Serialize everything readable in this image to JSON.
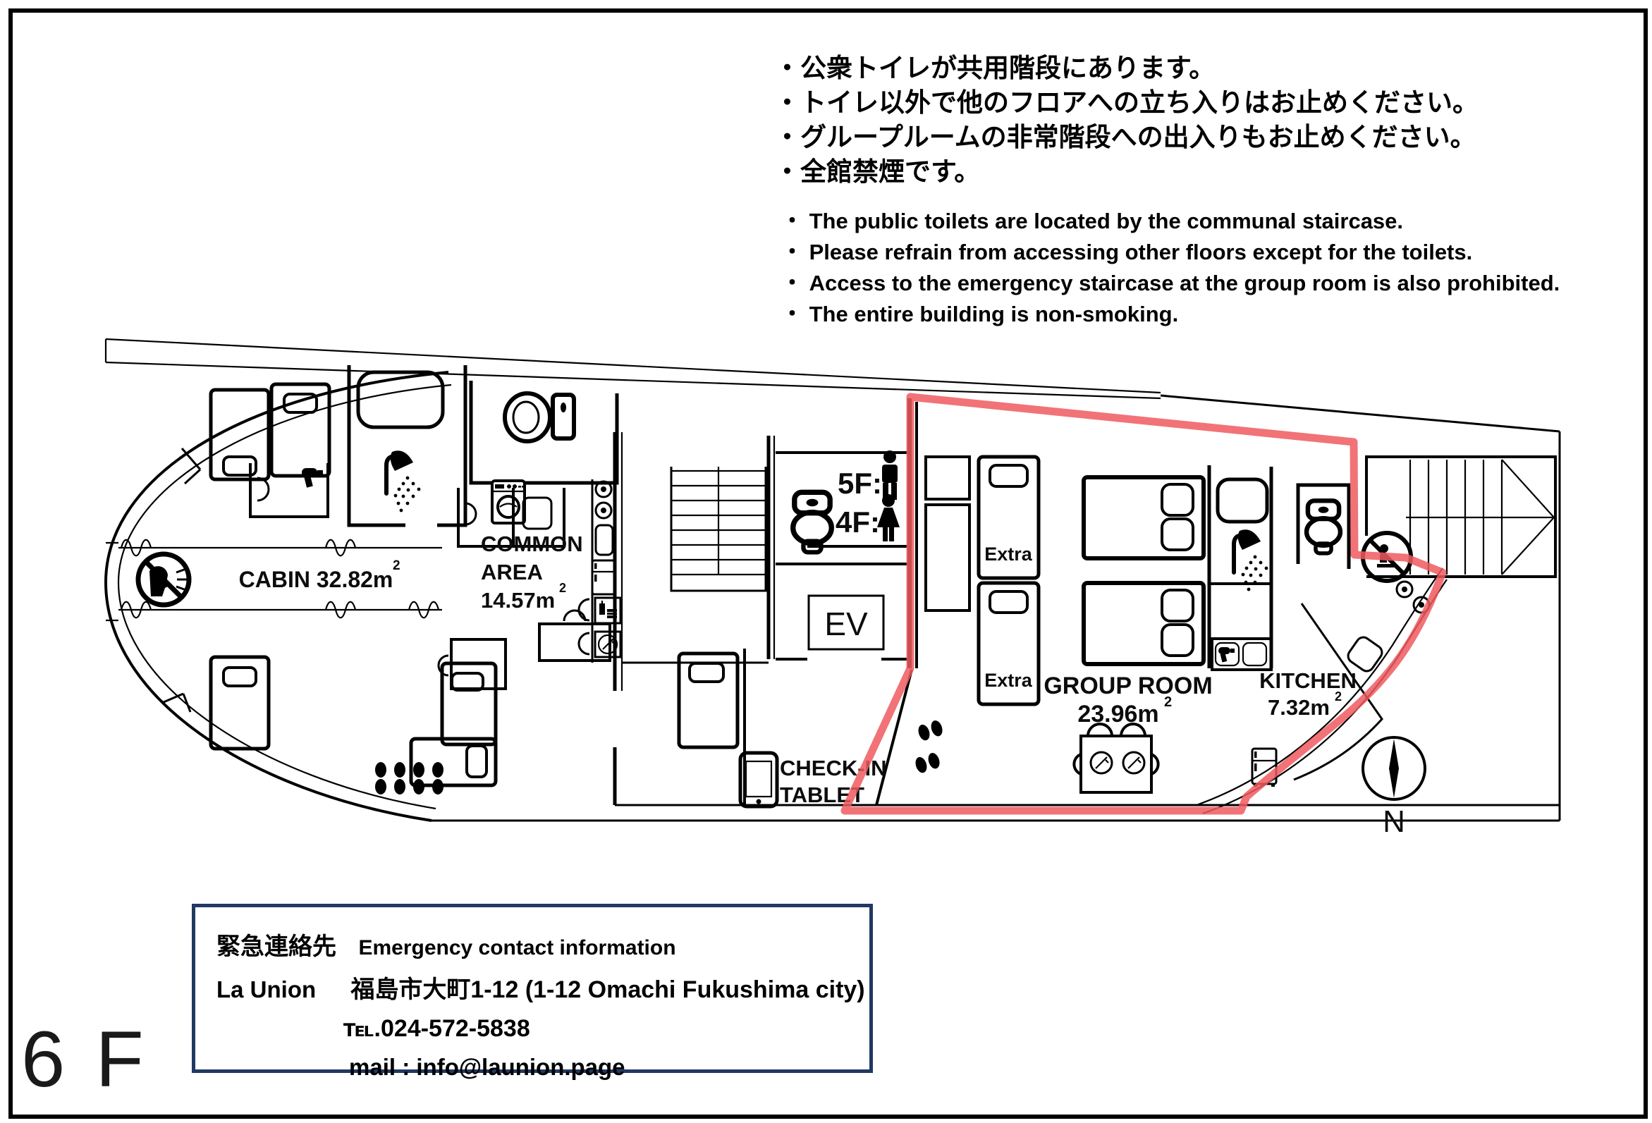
{
  "page": {
    "floor_label": "6 F"
  },
  "colors": {
    "wall": "#000000",
    "highlight": "#ee5a5f",
    "contact_border": "#203864"
  },
  "notices_ja": {
    "lines": [
      "・公衆トイレが共用階段にあります。",
      "・トイレ以外で他のフロアへの立ち入りはお止めください。",
      "・グループルームの非常階段への出入りもお止めください。",
      "・全館禁煙です。"
    ]
  },
  "notices_en": {
    "lines": [
      "・ The public toilets are located by the communal staircase.",
      "・ Please refrain from accessing other floors except for the toilets.",
      "・ Access to the emergency staircase at the group room is also prohibited.",
      "・ The entire building is non-smoking."
    ]
  },
  "plan": {
    "sup2": "2",
    "cabin_label": "CABIN 32.82m",
    "common_line1": "COMMON",
    "common_line2": "AREA",
    "common_area": "14.57m",
    "group_label": "GROUP ROOM",
    "group_area": "23.96m",
    "extra_label": "Extra",
    "kitchen_label": "KITCHEN",
    "kitchen_area": "7.32m",
    "elevator_label": "EV",
    "toilet_5f": "5F:",
    "toilet_4f": "4F:",
    "checkin_line1": "CHECK-IN",
    "checkin_line2": "TABLET",
    "compass_label": "N"
  },
  "contact": {
    "title_ja": "緊急連絡先",
    "title_en": "Emergency contact information",
    "facility_name": "La Union",
    "address": "福島市大町1-12 (1-12 Omachi  Fukushima city)",
    "tel_prefix": "℡.",
    "tel_number": "024-572-5838",
    "mail_prefix": "mail :",
    "mail_address": "info@launion.page"
  }
}
